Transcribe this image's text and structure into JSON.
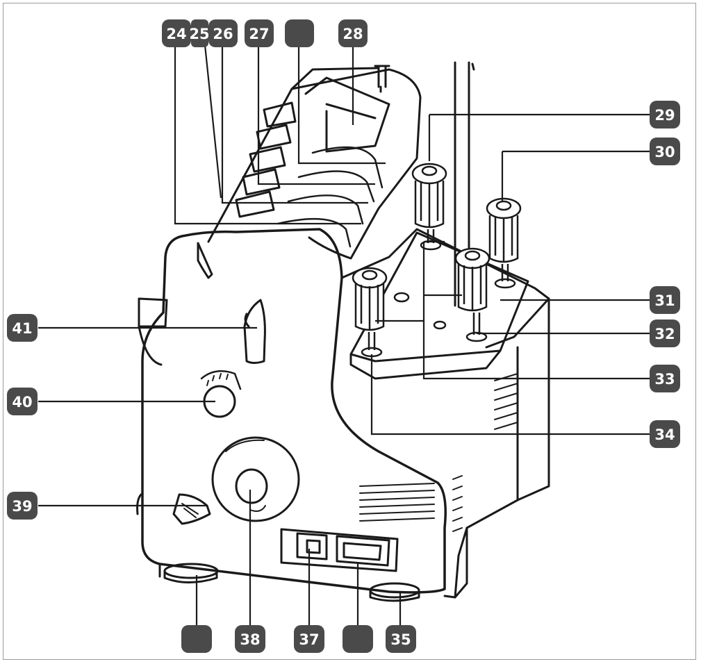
{
  "colors": {
    "background": "#ffffff",
    "line": "#1a1a1a",
    "badge_fill": "#4a4a4a",
    "badge_text": "#ffffff",
    "frame": "#9a9a9a"
  },
  "callouts": {
    "c24": "24",
    "c25": "25",
    "c26": "26",
    "c27": "27",
    "c_top_blank": "",
    "c28": "28",
    "c29": "29",
    "c30": "30",
    "c31": "31",
    "c32": "32",
    "c33": "33",
    "c34": "34",
    "c35": "35",
    "c36": "",
    "c37": "37",
    "c38": "38",
    "c39": "39",
    "c40": "40",
    "c41": "41",
    "c_bottom_left_blank": ""
  }
}
